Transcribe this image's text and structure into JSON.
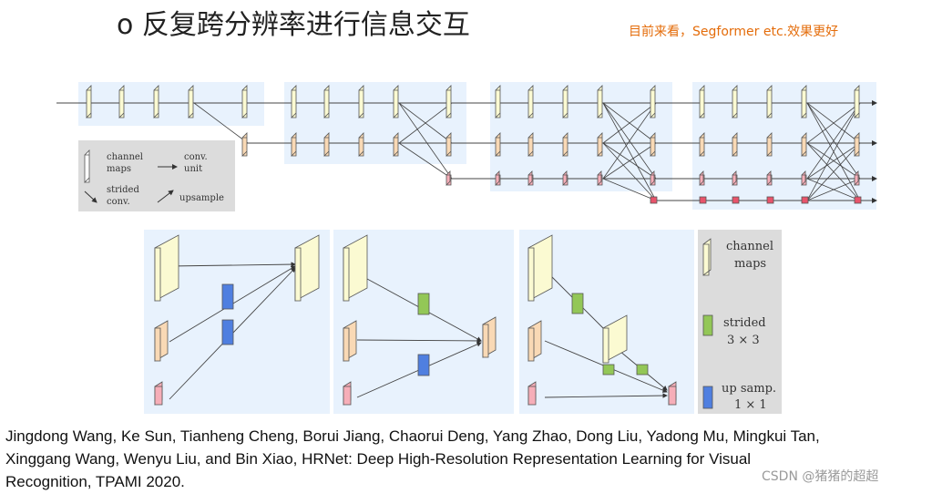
{
  "slide": {
    "bullet": "o",
    "title": "反复跨分辨率进行信息交互",
    "note": "目前来看，Segformer etc.效果更好"
  },
  "legend_top": {
    "channel": [
      "channel",
      "maps"
    ],
    "conv": [
      "conv.",
      "unit"
    ],
    "strided": [
      "strided",
      "conv."
    ],
    "upsample": "upsample"
  },
  "legend_bottom": {
    "channel": [
      "channel",
      "maps"
    ],
    "strided": [
      "strided",
      "3 × 3"
    ],
    "upsamp": [
      "up samp.",
      "1 × 1"
    ]
  },
  "colors": {
    "yellow": "#fbfad2",
    "orange": "#f9d9b5",
    "pink": "#f6aeb8",
    "red": "#e8546b",
    "green": "#93c757",
    "blue": "#4f7fe0",
    "panel": "#e8f2fd",
    "legend_bg": "#dcdcdc",
    "accent": "#e46c0a"
  },
  "reference": {
    "line1": "Jingdong Wang, Ke Sun, Tianheng Cheng, Borui Jiang, Chaorui Deng, Yang Zhao, Dong Liu, Yadong Mu, Mingkui Tan,",
    "line2": "Xinggang Wang, Wenyu Liu, and Bin Xiao, HRNet: Deep High-Resolution Representation Learning for Visual",
    "line3": "Recognition, TPAMI 2020."
  },
  "watermark": "CSDN @猪猪的超超"
}
